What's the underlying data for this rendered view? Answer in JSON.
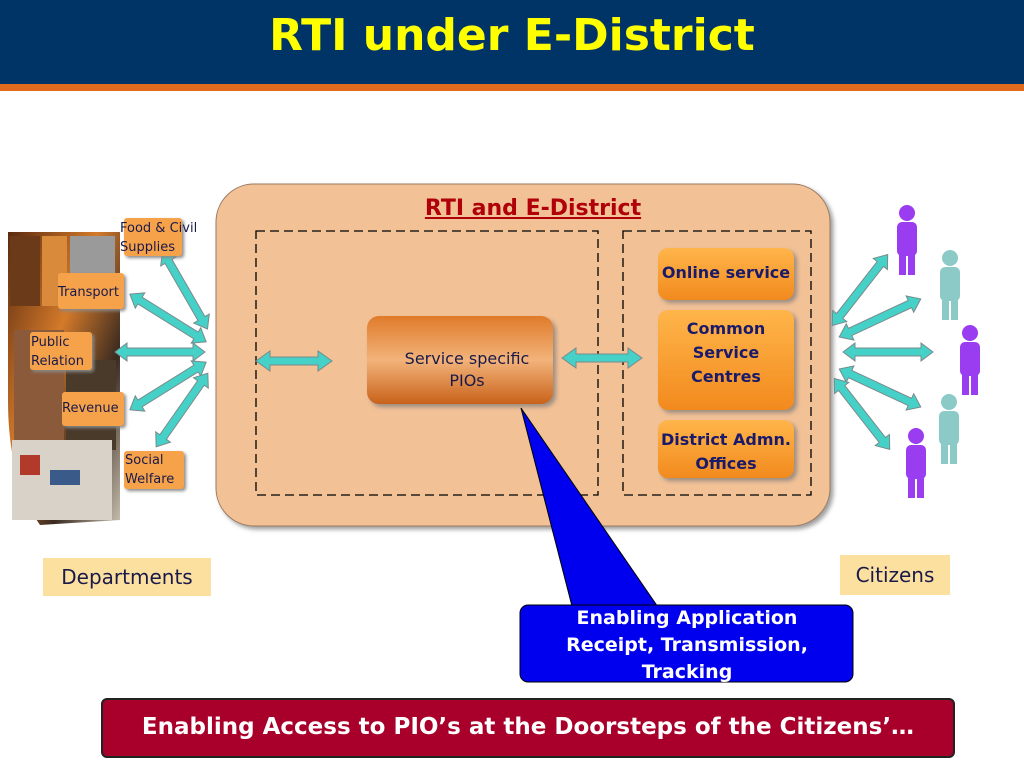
{
  "page_title": "RTI under E-District",
  "diagram": {
    "center_title": "RTI and E-District",
    "pio_box": "Service specific PIOs",
    "service_boxes": [
      "Online service",
      "Common Service Centres",
      "District Admn. Offices"
    ],
    "departments": [
      "Food & Civil Supplies",
      "Transport",
      "Public Relation",
      "Revenue",
      "Social Welfare"
    ],
    "departments_label": "Departments",
    "citizens_label": "Citizens",
    "callout": "Enabling Application Receipt, Transmission, Tracking",
    "colors": {
      "header": "#003466",
      "title_yellow": "#ffff00",
      "panel": "#f2c196",
      "orange_box": "#f7a035",
      "arrow": "#45d1c8",
      "callout_blue": "#0000ee",
      "footer_red": "#a8002a",
      "citizen_purple": "#9a3cf0",
      "citizen_teal": "#8ccac8"
    }
  },
  "footer": "Enabling Access to PIO’s at the Doorsteps of the Citizens’…"
}
